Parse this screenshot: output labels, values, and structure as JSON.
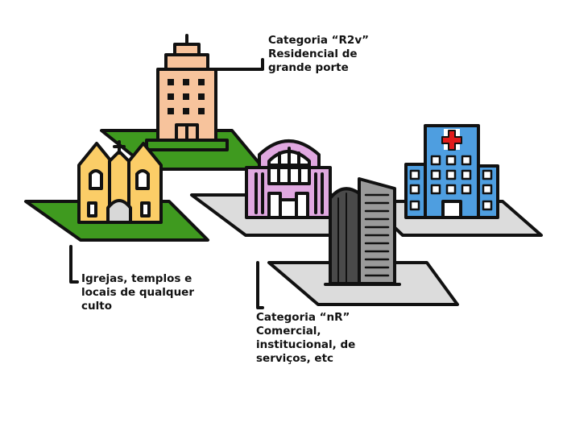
{
  "labels": {
    "r2v": {
      "line1": "Categoria “R2v”",
      "line2": "Residencial de",
      "line3": "grande porte"
    },
    "igrejas": {
      "line1": "Igrejas, templos e",
      "line2": "locais de qualquer",
      "line3": "culto"
    },
    "nr": {
      "line1": "Categoria “nR”",
      "line2": "Comercial,",
      "line3": "institucional, de",
      "line4": "serviços, etc"
    }
  },
  "colors": {
    "outline": "#111111",
    "grass": "#3f9a1f",
    "plaza": "#dcdcdc",
    "residential": "#f7c39c",
    "church": "#fbcd67",
    "station": "#e0a8e0",
    "hospital": "#4e9ee0",
    "tower_dark": "#4a4a4a",
    "tower_light": "#9a9a9a",
    "cross": "#e11b1b"
  },
  "icons": [
    "residential-building-icon",
    "church-icon",
    "station-building-icon",
    "hospital-icon",
    "skyscraper-icon"
  ]
}
